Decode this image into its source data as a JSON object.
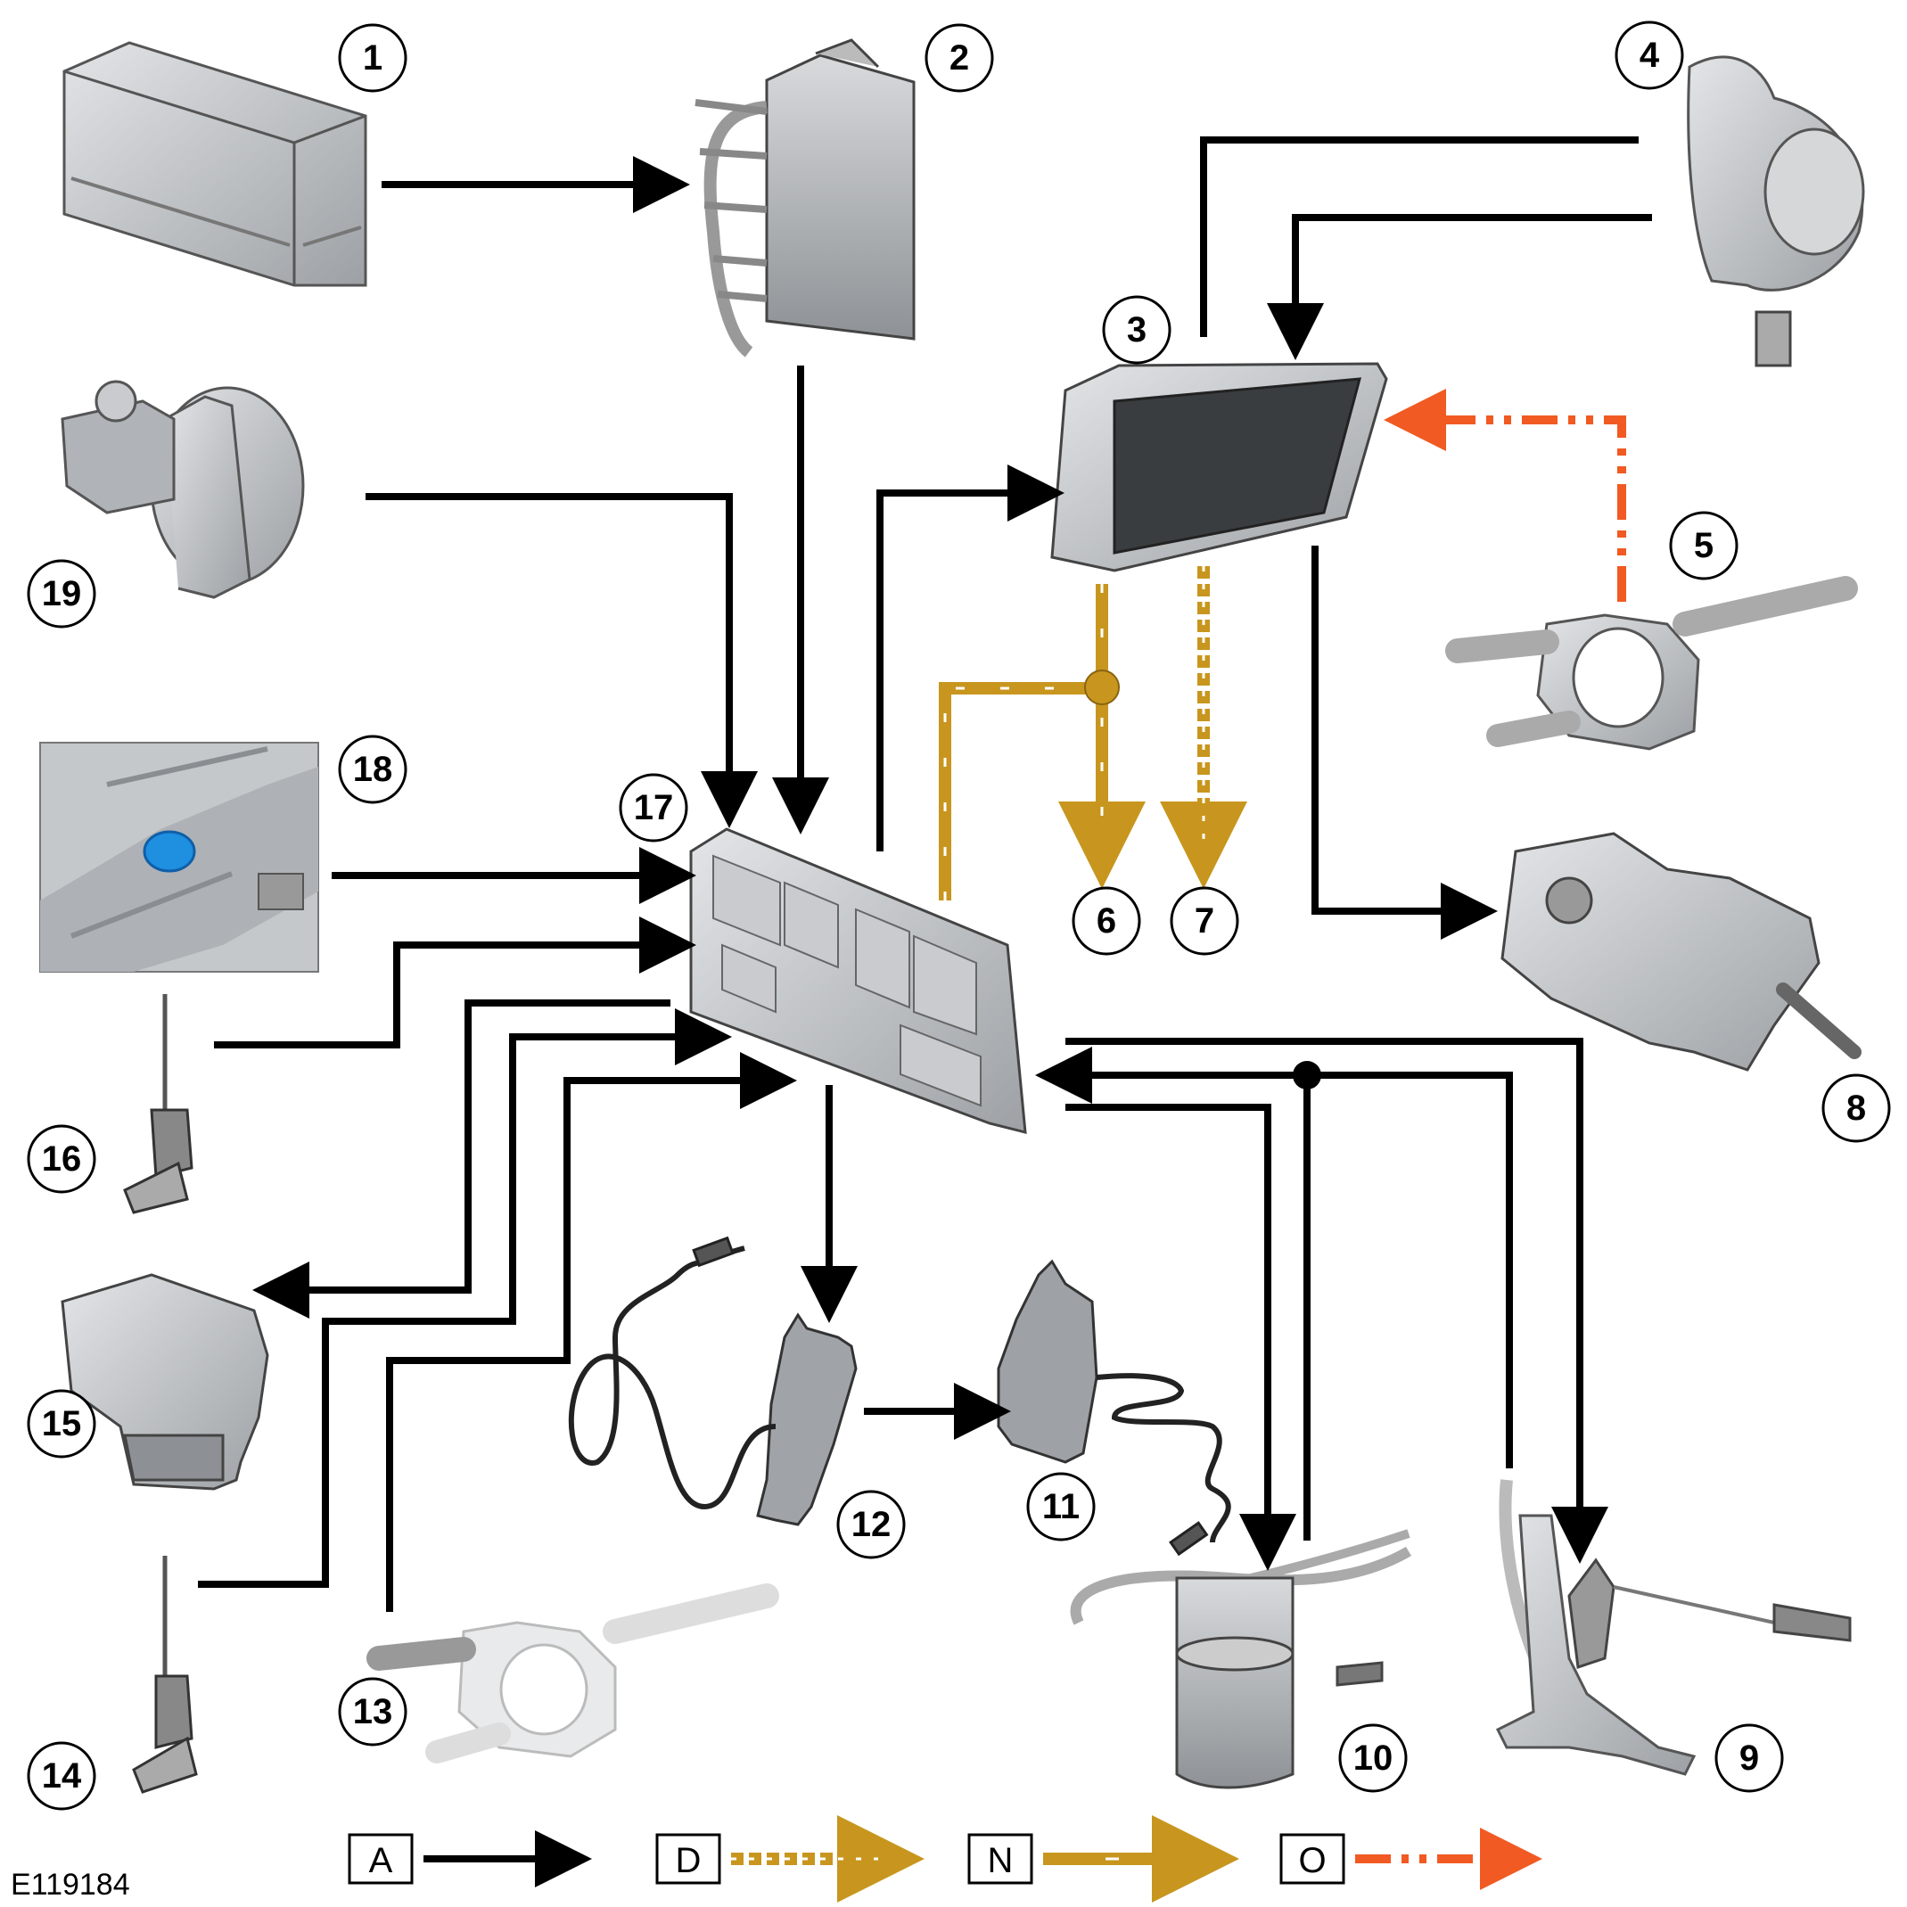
{
  "figure_code": "E119184",
  "components": [
    {
      "id": "1",
      "icon": "battery-icon"
    },
    {
      "id": "2",
      "icon": "junction-box-icon"
    },
    {
      "id": "3",
      "icon": "instrument-cluster-icon"
    },
    {
      "id": "4",
      "icon": "horn-icon"
    },
    {
      "id": "5",
      "icon": "steering-column-switch-icon"
    },
    {
      "id": "6",
      "icon": ""
    },
    {
      "id": "7",
      "icon": ""
    },
    {
      "id": "8",
      "icon": "steering-column-lock-icon"
    },
    {
      "id": "9",
      "icon": "fuel-level-sender-icon"
    },
    {
      "id": "10",
      "icon": "fuel-pump-module-icon"
    },
    {
      "id": "11",
      "icon": "rear-brake-pad-wear-sensor-icon"
    },
    {
      "id": "12",
      "icon": "front-brake-pad-wear-sensor-icon"
    },
    {
      "id": "13",
      "icon": "steering-column-switch-icon"
    },
    {
      "id": "14",
      "icon": "washer-fluid-level-switch-icon"
    },
    {
      "id": "15",
      "icon": "door-latch-icon"
    },
    {
      "id": "16",
      "icon": "coolant-level-switch-icon"
    },
    {
      "id": "17",
      "icon": "central-junction-box-icon"
    },
    {
      "id": "18",
      "icon": "oil-pressure-switch-icon"
    },
    {
      "id": "19",
      "icon": "brake-fluid-reservoir-icon"
    }
  ],
  "legend": [
    {
      "letter": "A",
      "style": "solid",
      "color": "#000000"
    },
    {
      "letter": "D",
      "style": "dashed",
      "color": "#c8961e"
    },
    {
      "letter": "N",
      "style": "solid-white-dash",
      "color": "#c8961e"
    },
    {
      "letter": "O",
      "style": "dash-dot",
      "color": "#f15a22"
    }
  ],
  "colors": {
    "line": "#000000",
    "bus": "#c8961e",
    "dashdot": "#f15a22",
    "part": "#b9bcbf",
    "part_dark": "#7d8185",
    "highlight": "#1f8fe0"
  }
}
